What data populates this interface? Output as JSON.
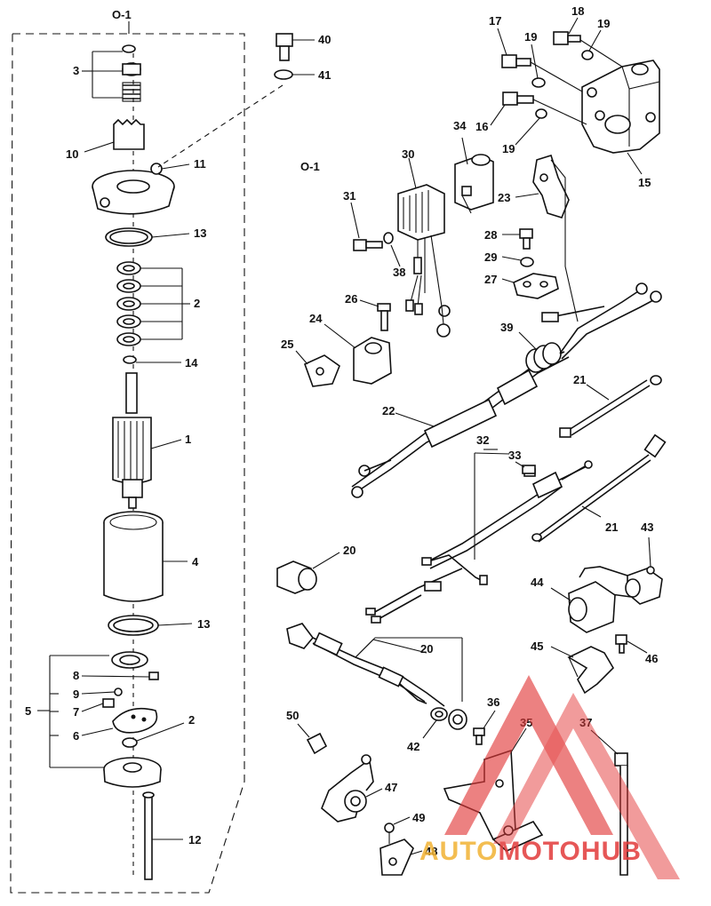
{
  "callouts": {
    "o1_top": "O-1",
    "o1_mid": "O-1",
    "n1": "1",
    "n2a": "2",
    "n2b": "2",
    "n3": "3",
    "n4": "4",
    "n5": "5",
    "n6": "6",
    "n7": "7",
    "n8": "8",
    "n9": "9",
    "n10": "10",
    "n11": "11",
    "n12": "12",
    "n13a": "13",
    "n13b": "13",
    "n14": "14",
    "n15": "15",
    "n16": "16",
    "n17": "17",
    "n18": "18",
    "n19a": "19",
    "n19b": "19",
    "n19c": "19",
    "n20a": "20",
    "n20b": "20",
    "n21a": "21",
    "n21b": "21",
    "n22": "22",
    "n23": "23",
    "n24": "24",
    "n25": "25",
    "n26": "26",
    "n27": "27",
    "n28": "28",
    "n29": "29",
    "n30": "30",
    "n31": "31",
    "n32": "32",
    "n33": "33",
    "n34": "34",
    "n35": "35",
    "n36": "36",
    "n37": "37",
    "n38": "38",
    "n39": "39",
    "n40": "40",
    "n41": "41",
    "n42": "42",
    "n43": "43",
    "n44": "44",
    "n45": "45",
    "n46": "46",
    "n47": "47",
    "n48": "48",
    "n49": "49",
    "n50": "50"
  },
  "watermark": {
    "brand_part1": "AUTO",
    "brand_part2": "MOTO",
    "brand_part3": "HUB",
    "color_primary": "#e23a3a",
    "color_secondary": "#f2b233"
  }
}
